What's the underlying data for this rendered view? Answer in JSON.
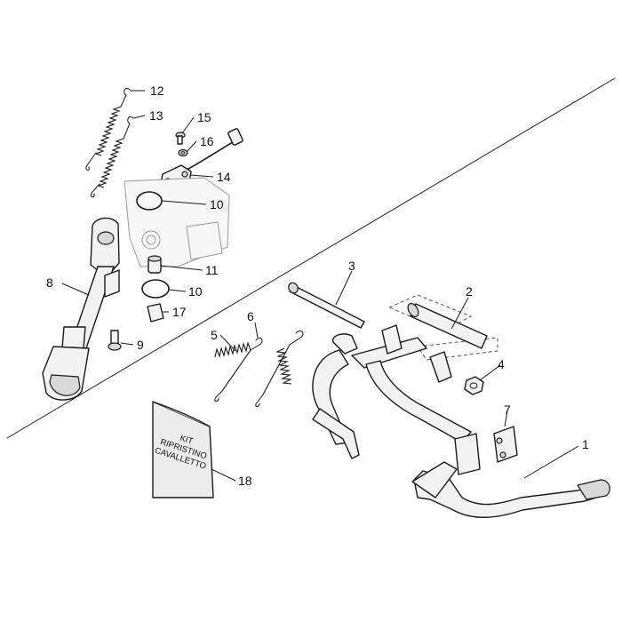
{
  "callouts": {
    "c1": "1",
    "c2": "2",
    "c3": "3",
    "c4": "4",
    "c5": "5",
    "c6": "6",
    "c7": "7",
    "c8": "8",
    "c9": "9",
    "c10a": "10",
    "c10b": "10",
    "c11": "11",
    "c12": "12",
    "c13": "13",
    "c14": "14",
    "c15": "15",
    "c16": "16",
    "c17": "17",
    "c18": "18"
  },
  "kit": {
    "line1": "KIT",
    "line2": "RIPRISTINO",
    "line3": "CAVALLETTO"
  }
}
